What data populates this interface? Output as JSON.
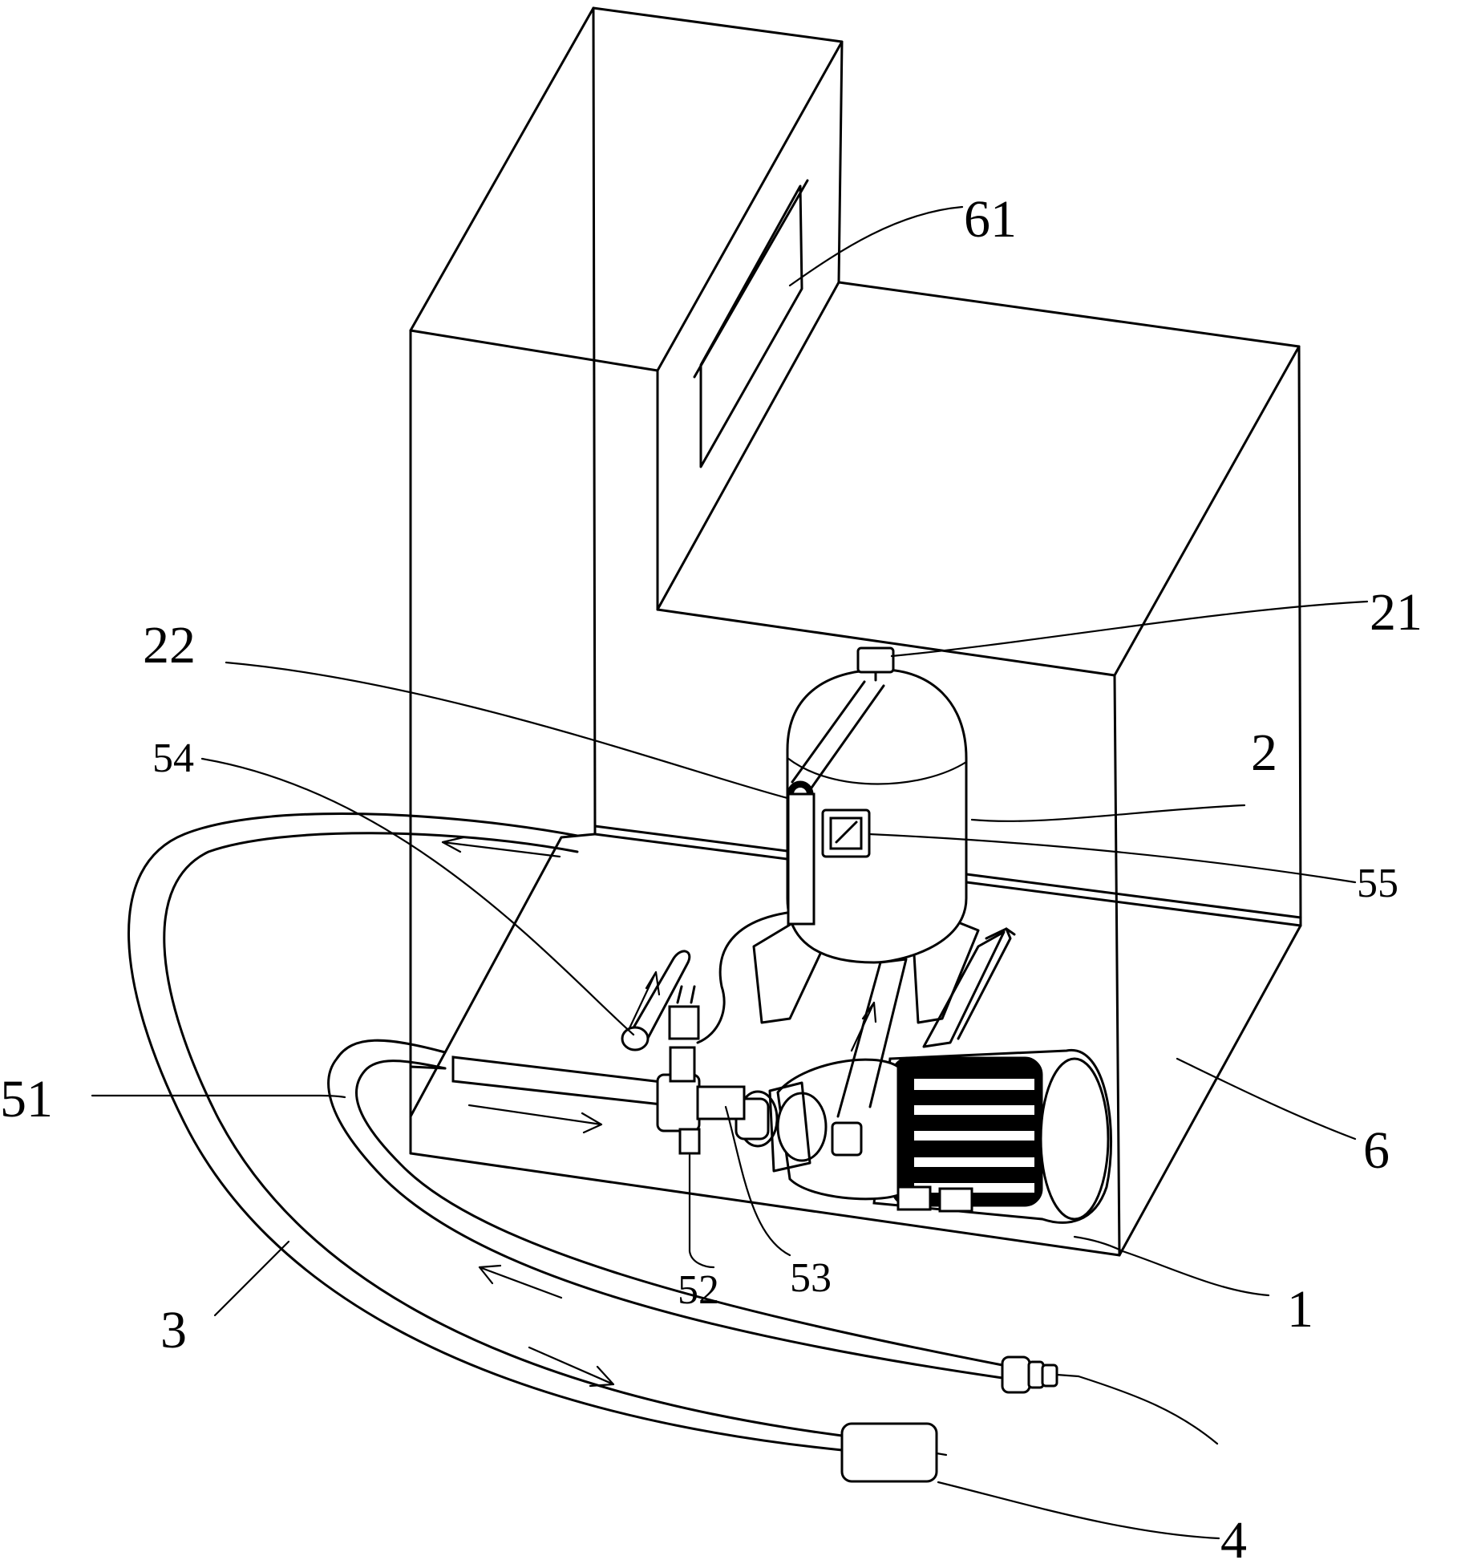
{
  "labels": {
    "l61": "61",
    "l21": "21",
    "l22": "22",
    "l2": "2",
    "l54": "54",
    "l55": "55",
    "l51": "51",
    "l6": "6",
    "l52": "52",
    "l53": "53",
    "l1": "1",
    "l3": "3",
    "l4": "4"
  }
}
